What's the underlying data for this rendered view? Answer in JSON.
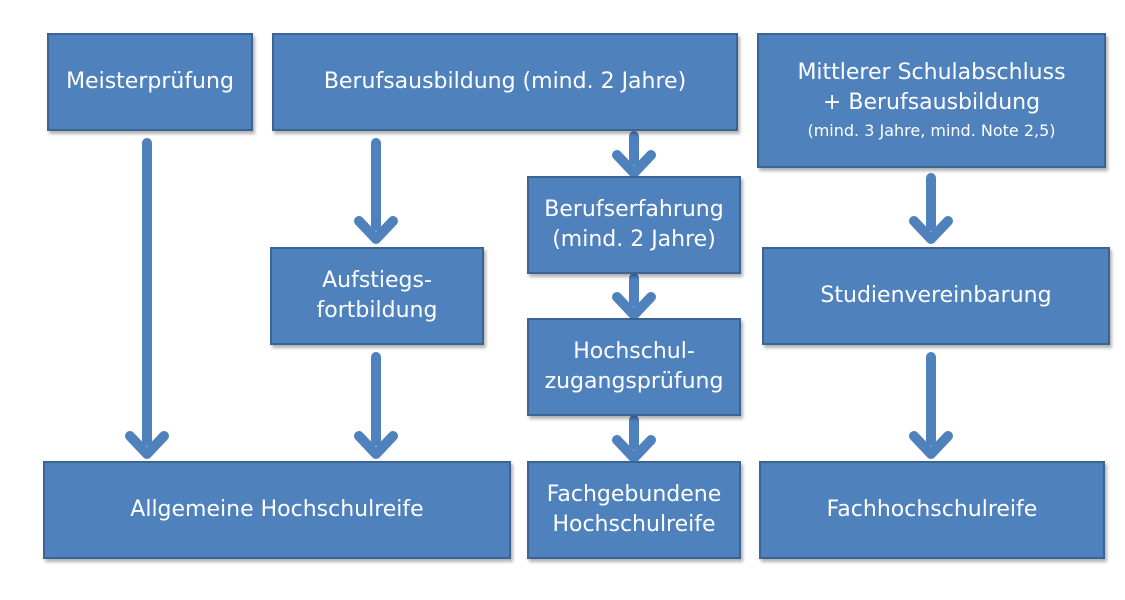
{
  "colors": {
    "box_fill": "#4f81bd",
    "box_border": "#3a6494",
    "text": "#ffffff",
    "arrow": "#4f81bd"
  },
  "boxes": {
    "meisterpruefung": {
      "lines": [
        "Meisterprüfung"
      ]
    },
    "berufsausbildung": {
      "lines": [
        "Berufsausbildung (mind. 2 Jahre)"
      ]
    },
    "mittlerer_schulabschluss": {
      "lines": [
        "Mittlerer Schulabschluss",
        "+ Berufsausbildung"
      ],
      "note": "(mind. 3 Jahre, mind. Note 2,5)"
    },
    "aufstiegsfortbildung": {
      "lines": [
        "Aufstiegs-",
        "fortbildung"
      ]
    },
    "berufserfahrung": {
      "lines": [
        "Berufserfahrung",
        "(mind. 2 Jahre)"
      ]
    },
    "hochschulzugangspruefung": {
      "lines": [
        "Hochschul-",
        "zugangsprüfung"
      ]
    },
    "studienvereinbarung": {
      "lines": [
        "Studienvereinbarung"
      ]
    },
    "allgemeine_hochschulreife": {
      "lines": [
        "Allgemeine Hochschulreife"
      ]
    },
    "fachgebundene_hochschulreife": {
      "lines": [
        "Fachgebundene",
        "Hochschulreife"
      ]
    },
    "fachhochschulreife": {
      "lines": [
        "Fachhochschulreife"
      ]
    }
  },
  "edges": [
    {
      "from": "meisterpruefung",
      "to": "allgemeine_hochschulreife"
    },
    {
      "from": "berufsausbildung",
      "to": "aufstiegsfortbildung"
    },
    {
      "from": "aufstiegsfortbildung",
      "to": "allgemeine_hochschulreife"
    },
    {
      "from": "berufsausbildung",
      "to": "berufserfahrung"
    },
    {
      "from": "berufserfahrung",
      "to": "hochschulzugangspruefung"
    },
    {
      "from": "hochschulzugangspruefung",
      "to": "fachgebundene_hochschulreife"
    },
    {
      "from": "mittlerer_schulabschluss",
      "to": "studienvereinbarung"
    },
    {
      "from": "studienvereinbarung",
      "to": "fachhochschulreife"
    }
  ]
}
